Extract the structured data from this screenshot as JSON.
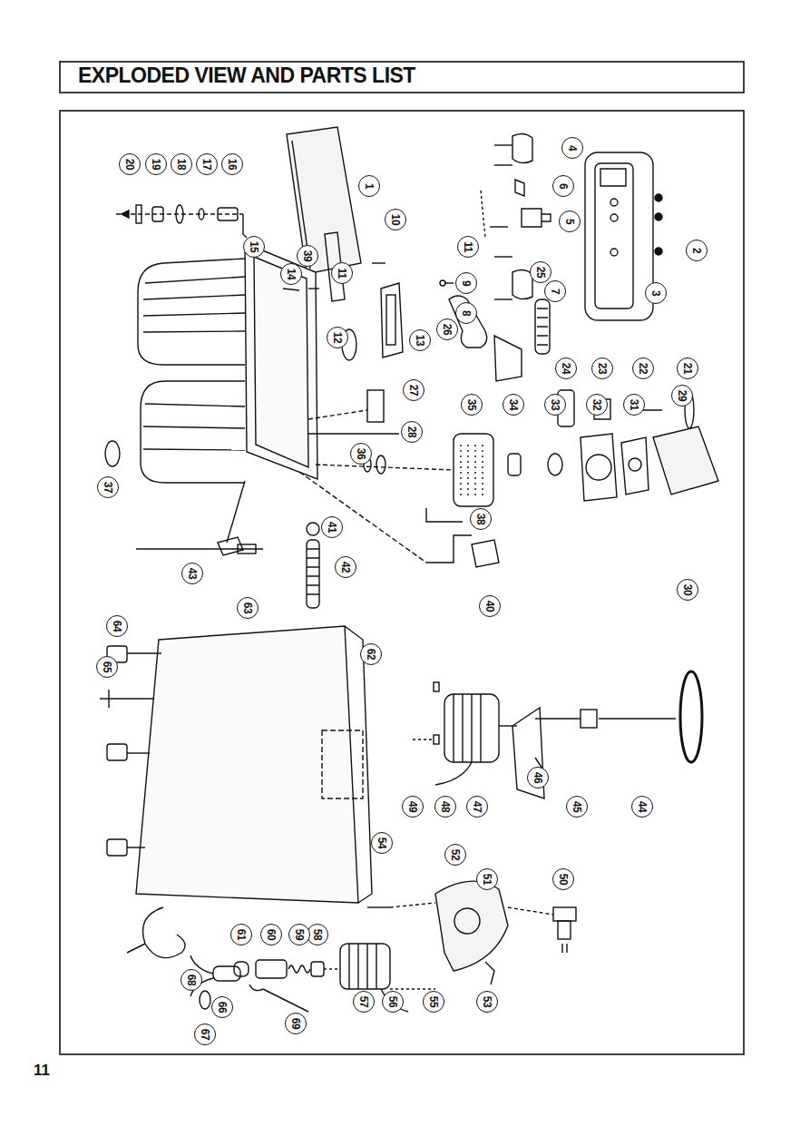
{
  "diagram": {
    "title": "EXPLODED VIEW AND PARTS LIST",
    "labels": [
      "1",
      "2",
      "3",
      "4",
      "5",
      "6",
      "7",
      "8",
      "9",
      "10",
      "11",
      "11",
      "12",
      "13",
      "14",
      "15",
      "16",
      "17",
      "18",
      "19",
      "20",
      "21",
      "22",
      "23",
      "24",
      "25",
      "26",
      "27",
      "28",
      "29",
      "30",
      "31",
      "32",
      "33",
      "34",
      "35",
      "36",
      "37",
      "38",
      "39",
      "40",
      "41",
      "42",
      "43",
      "44",
      "45",
      "46",
      "47",
      "48",
      "49",
      "50",
      "51",
      "52",
      "53",
      "54",
      "55",
      "56",
      "57",
      "58",
      "59",
      "60",
      "61",
      "62",
      "63",
      "64",
      "65",
      "66",
      "67",
      "68",
      "69",
      "11"
    ]
  }
}
